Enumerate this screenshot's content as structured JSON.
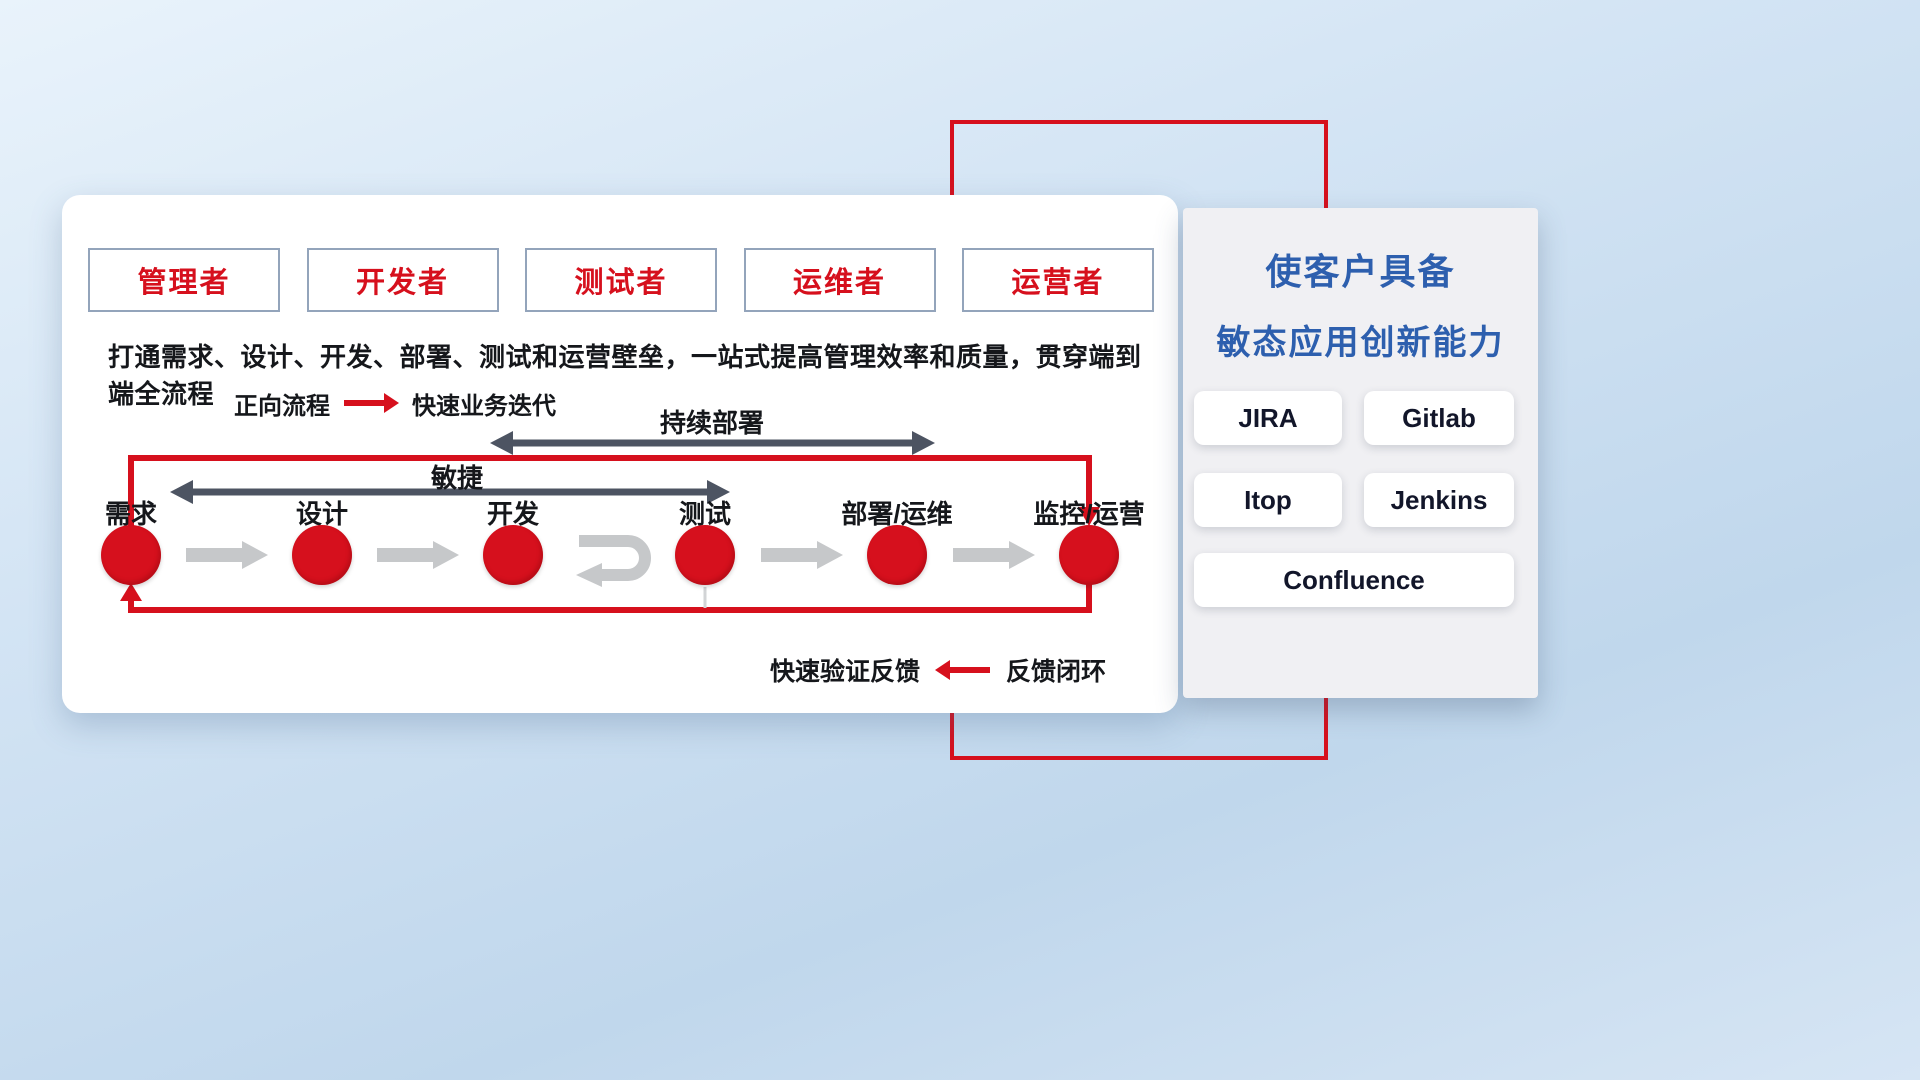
{
  "colors": {
    "red": "#d6101d",
    "blue": "#2d5fae",
    "dark_arrow": "#4d5462",
    "light_arrow": "#c6c8ca"
  },
  "roles": [
    {
      "label": "管理者"
    },
    {
      "label": "开发者"
    },
    {
      "label": "测试者"
    },
    {
      "label": "运维者"
    },
    {
      "label": "运营者"
    }
  ],
  "subtitle": "打通需求、设计、开发、部署、测试和运营壁垒，一站式提高管理效率和质量，贯穿端到端全流程",
  "forward_legend": {
    "label": "正向流程",
    "desc": "快速业务迭代"
  },
  "feedback_legend": {
    "label": "快速验证反馈",
    "desc": "反馈闭环"
  },
  "flow": {
    "spans": {
      "agile": "敏捷",
      "continuous_deploy": "持续部署"
    },
    "stages": [
      {
        "label": "需求"
      },
      {
        "label": "设计"
      },
      {
        "label": "开发"
      },
      {
        "label": "测试"
      },
      {
        "label": "部署/运维"
      },
      {
        "label": "监控/运营"
      }
    ]
  },
  "right_panel": {
    "title_line1": "使客户具备",
    "title_line2": "敏态应用创新能力",
    "tools": [
      {
        "label": "JIRA"
      },
      {
        "label": "Gitlab"
      },
      {
        "label": "Itop"
      },
      {
        "label": "Jenkins"
      },
      {
        "label": "Confluence"
      }
    ]
  }
}
